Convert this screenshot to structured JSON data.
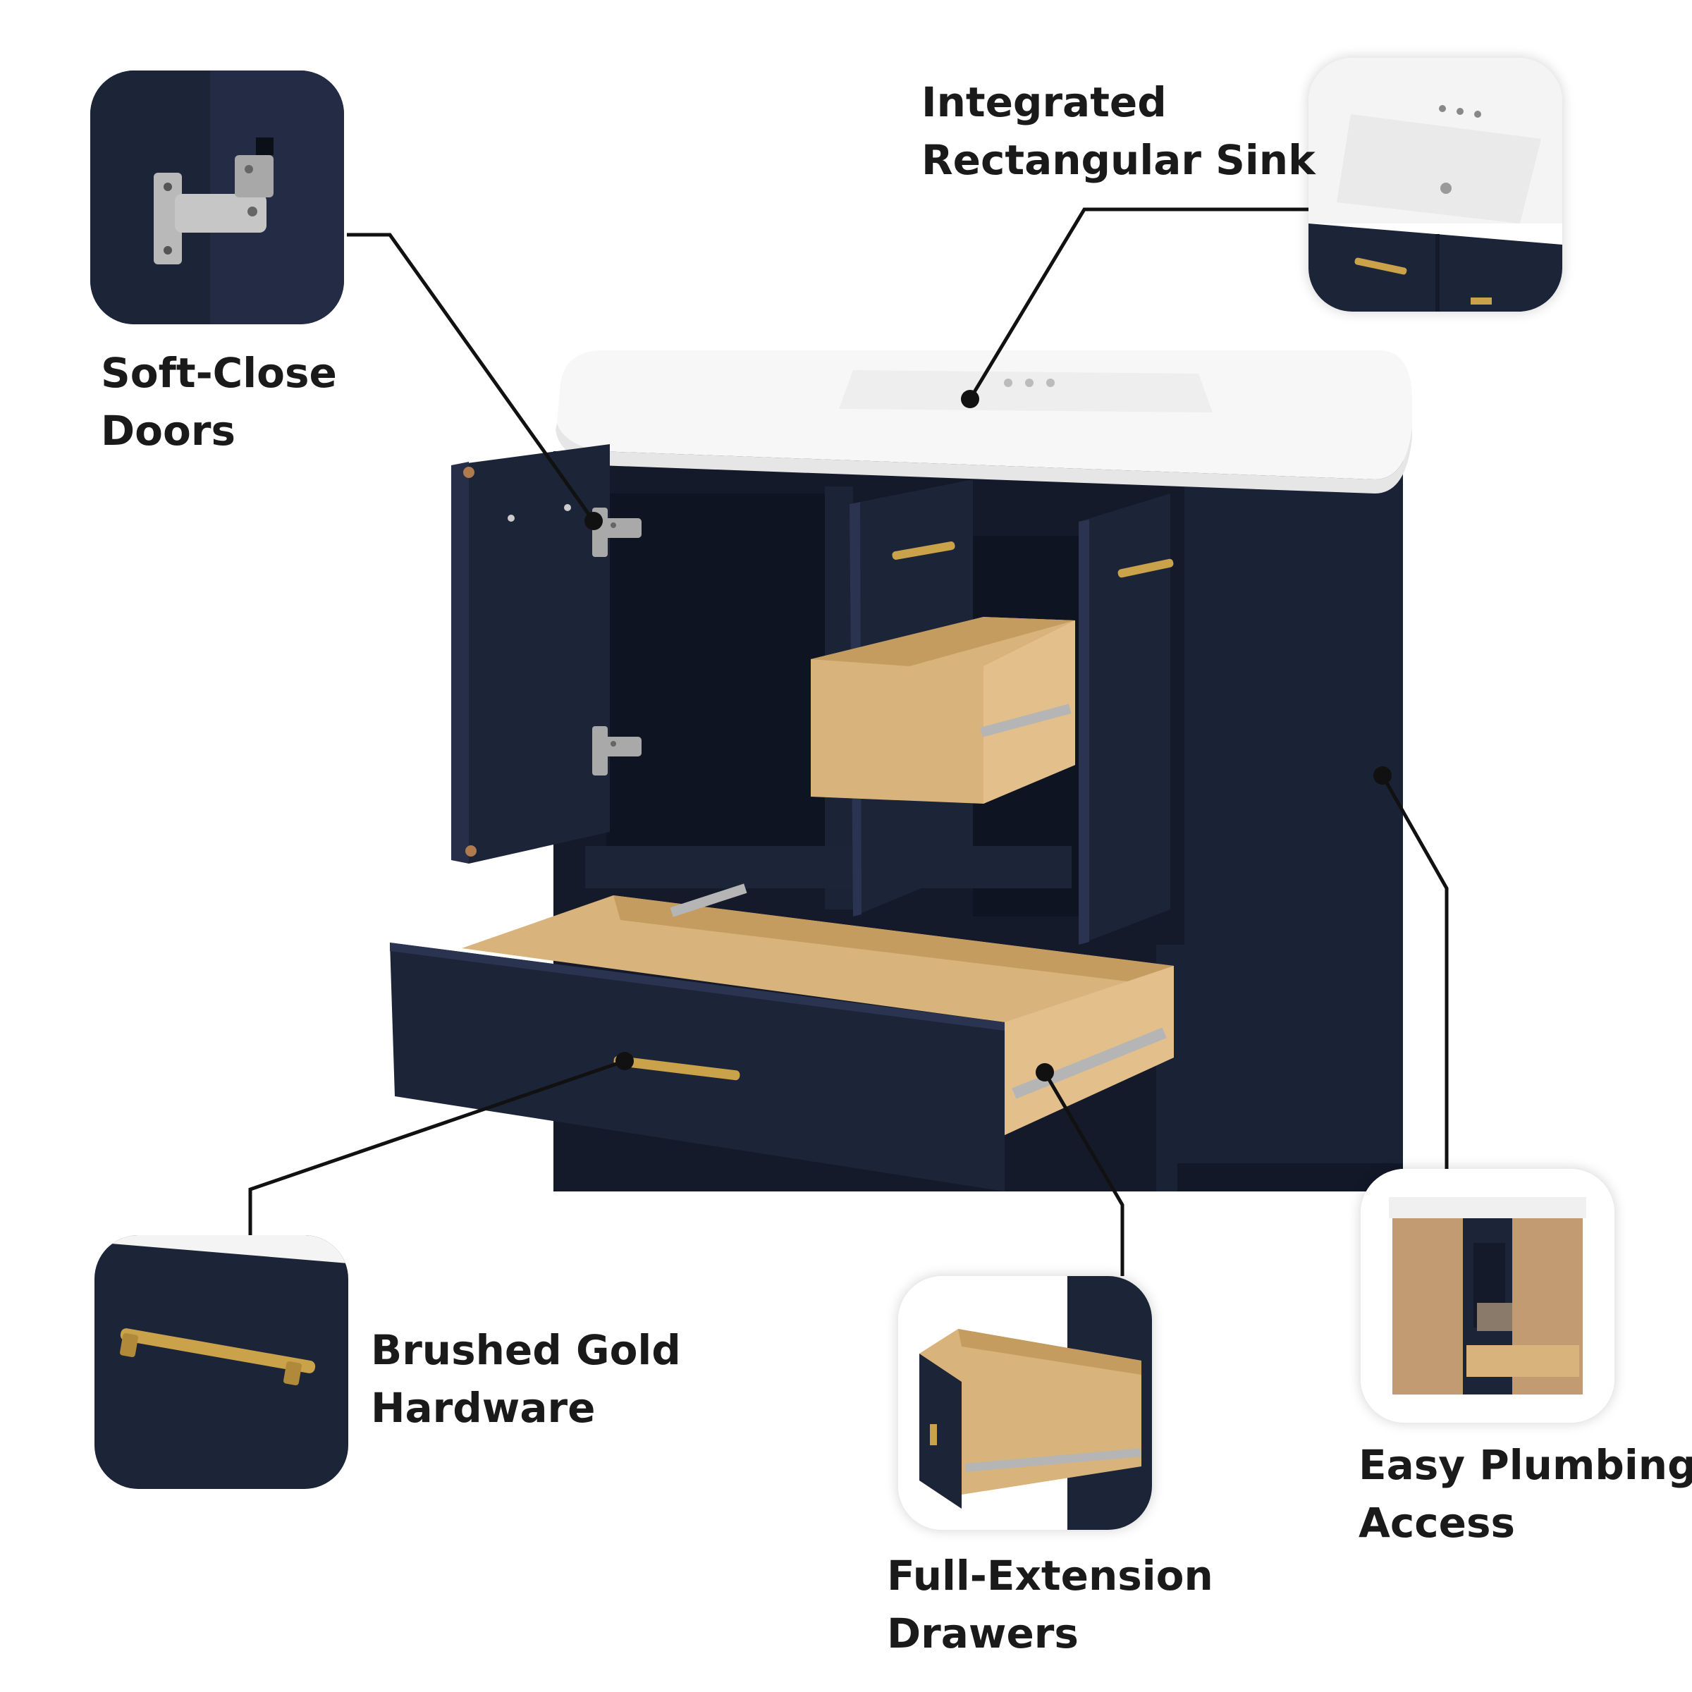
{
  "colors": {
    "navy": "#1c2438",
    "navy_dark": "#141a2a",
    "wood": "#d9b37c",
    "wood_dark": "#b88f58",
    "gold": "#c9a24a",
    "countertop": "#f7f7f7",
    "leader_line": "#111111",
    "label_text": "#1a1a1a"
  },
  "features": {
    "soft_close": {
      "line1": "Soft-Close",
      "line2": "Doors",
      "icon": "door-hinge-icon"
    },
    "sink": {
      "line1": "Integrated",
      "line2": "Rectangular Sink",
      "icon": "sink-icon"
    },
    "hardware": {
      "line1": "Brushed Gold",
      "line2": "Hardware",
      "icon": "drawer-pull-icon"
    },
    "drawers": {
      "line1": "Full-Extension",
      "line2": "Drawers",
      "icon": "drawer-slide-icon"
    },
    "plumbing": {
      "line1": "Easy Plumbing",
      "line2": "Access",
      "icon": "cabinet-back-icon"
    }
  }
}
